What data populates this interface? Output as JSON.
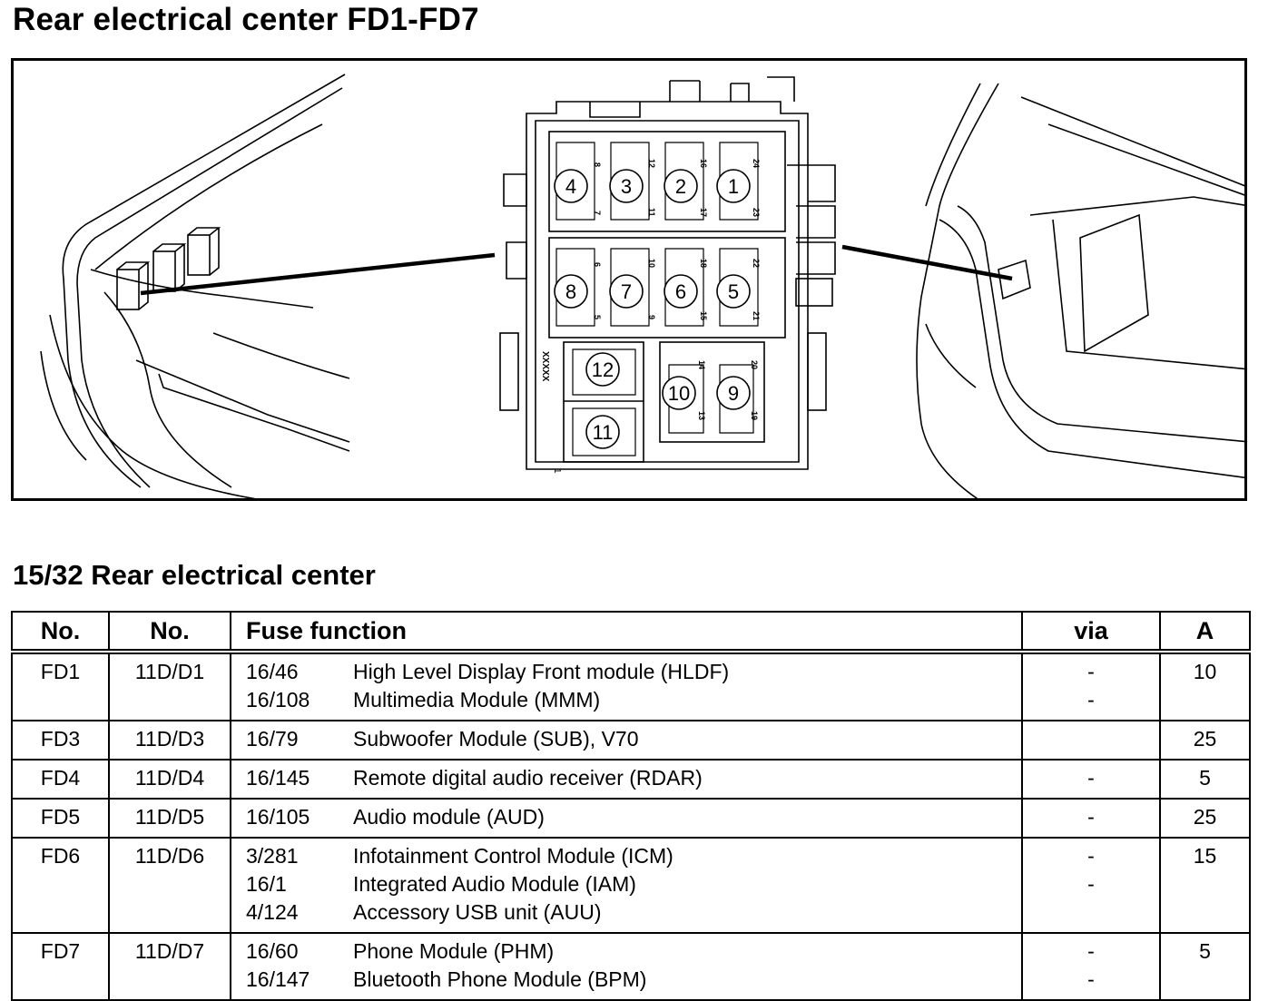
{
  "title": "Rear electrical center FD1-FD7",
  "subtitle": "15/32 Rear electrical center",
  "diagram": {
    "fuse_positions": [
      "1",
      "2",
      "3",
      "4",
      "5",
      "6",
      "7",
      "8",
      "9",
      "10",
      "11",
      "12"
    ],
    "connector_label": "XXXXX",
    "pin_numbers": [
      "8",
      "12",
      "16",
      "24",
      "7",
      "11",
      "17",
      "23",
      "6",
      "10",
      "18",
      "22",
      "5",
      "9",
      "15",
      "21",
      "14",
      "20",
      "13",
      "19"
    ],
    "corner_mark": "1"
  },
  "table": {
    "headers": [
      "No.",
      "No.",
      "Fuse function",
      "via",
      "A"
    ],
    "rows": [
      {
        "no": "FD1",
        "ref": "11D/D1",
        "amp": "10",
        "functions": [
          {
            "code": "16/46",
            "desc": "High Level Display Front module (HLDF)",
            "via": "-"
          },
          {
            "code": "16/108",
            "desc": "Multimedia Module (MMM)",
            "via": "-"
          }
        ]
      },
      {
        "no": "FD3",
        "ref": "11D/D3",
        "amp": "25",
        "functions": [
          {
            "code": "16/79",
            "desc": "Subwoofer Module (SUB), V70",
            "via": ""
          }
        ]
      },
      {
        "no": "FD4",
        "ref": "11D/D4",
        "amp": "5",
        "functions": [
          {
            "code": "16/145",
            "desc": "Remote digital audio receiver (RDAR)",
            "via": "-"
          }
        ]
      },
      {
        "no": "FD5",
        "ref": "11D/D5",
        "amp": "25",
        "functions": [
          {
            "code": "16/105",
            "desc": "Audio module (AUD)",
            "via": "-"
          }
        ]
      },
      {
        "no": "FD6",
        "ref": "11D/D6",
        "amp": "15",
        "functions": [
          {
            "code": "3/281",
            "desc": "Infotainment Control Module (ICM)",
            "via": "-"
          },
          {
            "code": "16/1",
            "desc": "Integrated Audio Module (IAM)",
            "via": "-"
          },
          {
            "code": "4/124",
            "desc": "Accessory USB unit (AUU)",
            "via": ""
          }
        ]
      },
      {
        "no": "FD7",
        "ref": "11D/D7",
        "amp": "5",
        "functions": [
          {
            "code": "16/60",
            "desc": "Phone Module (PHM)",
            "via": "-"
          },
          {
            "code": "16/147",
            "desc": "Bluetooth Phone Module (BPM)",
            "via": "-"
          }
        ]
      }
    ]
  }
}
